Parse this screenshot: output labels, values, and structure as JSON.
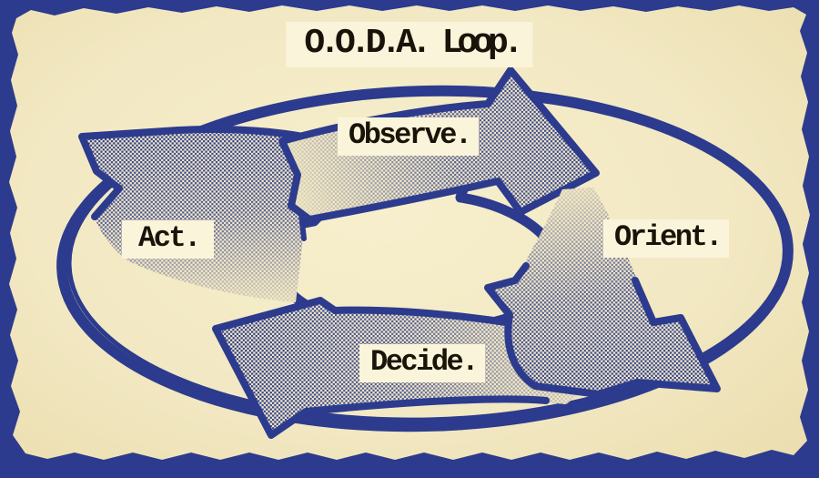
{
  "title": "O.O.D.A. Loop.",
  "stages": {
    "observe": {
      "label": "Observe."
    },
    "orient": {
      "label": "Orient."
    },
    "decide": {
      "label": "Decide."
    },
    "act": {
      "label": "Act."
    }
  },
  "colors": {
    "ink": "#2c3b8d",
    "paper": "#f2e8c3",
    "label_bg": "#faf4da",
    "text": "#191309"
  }
}
